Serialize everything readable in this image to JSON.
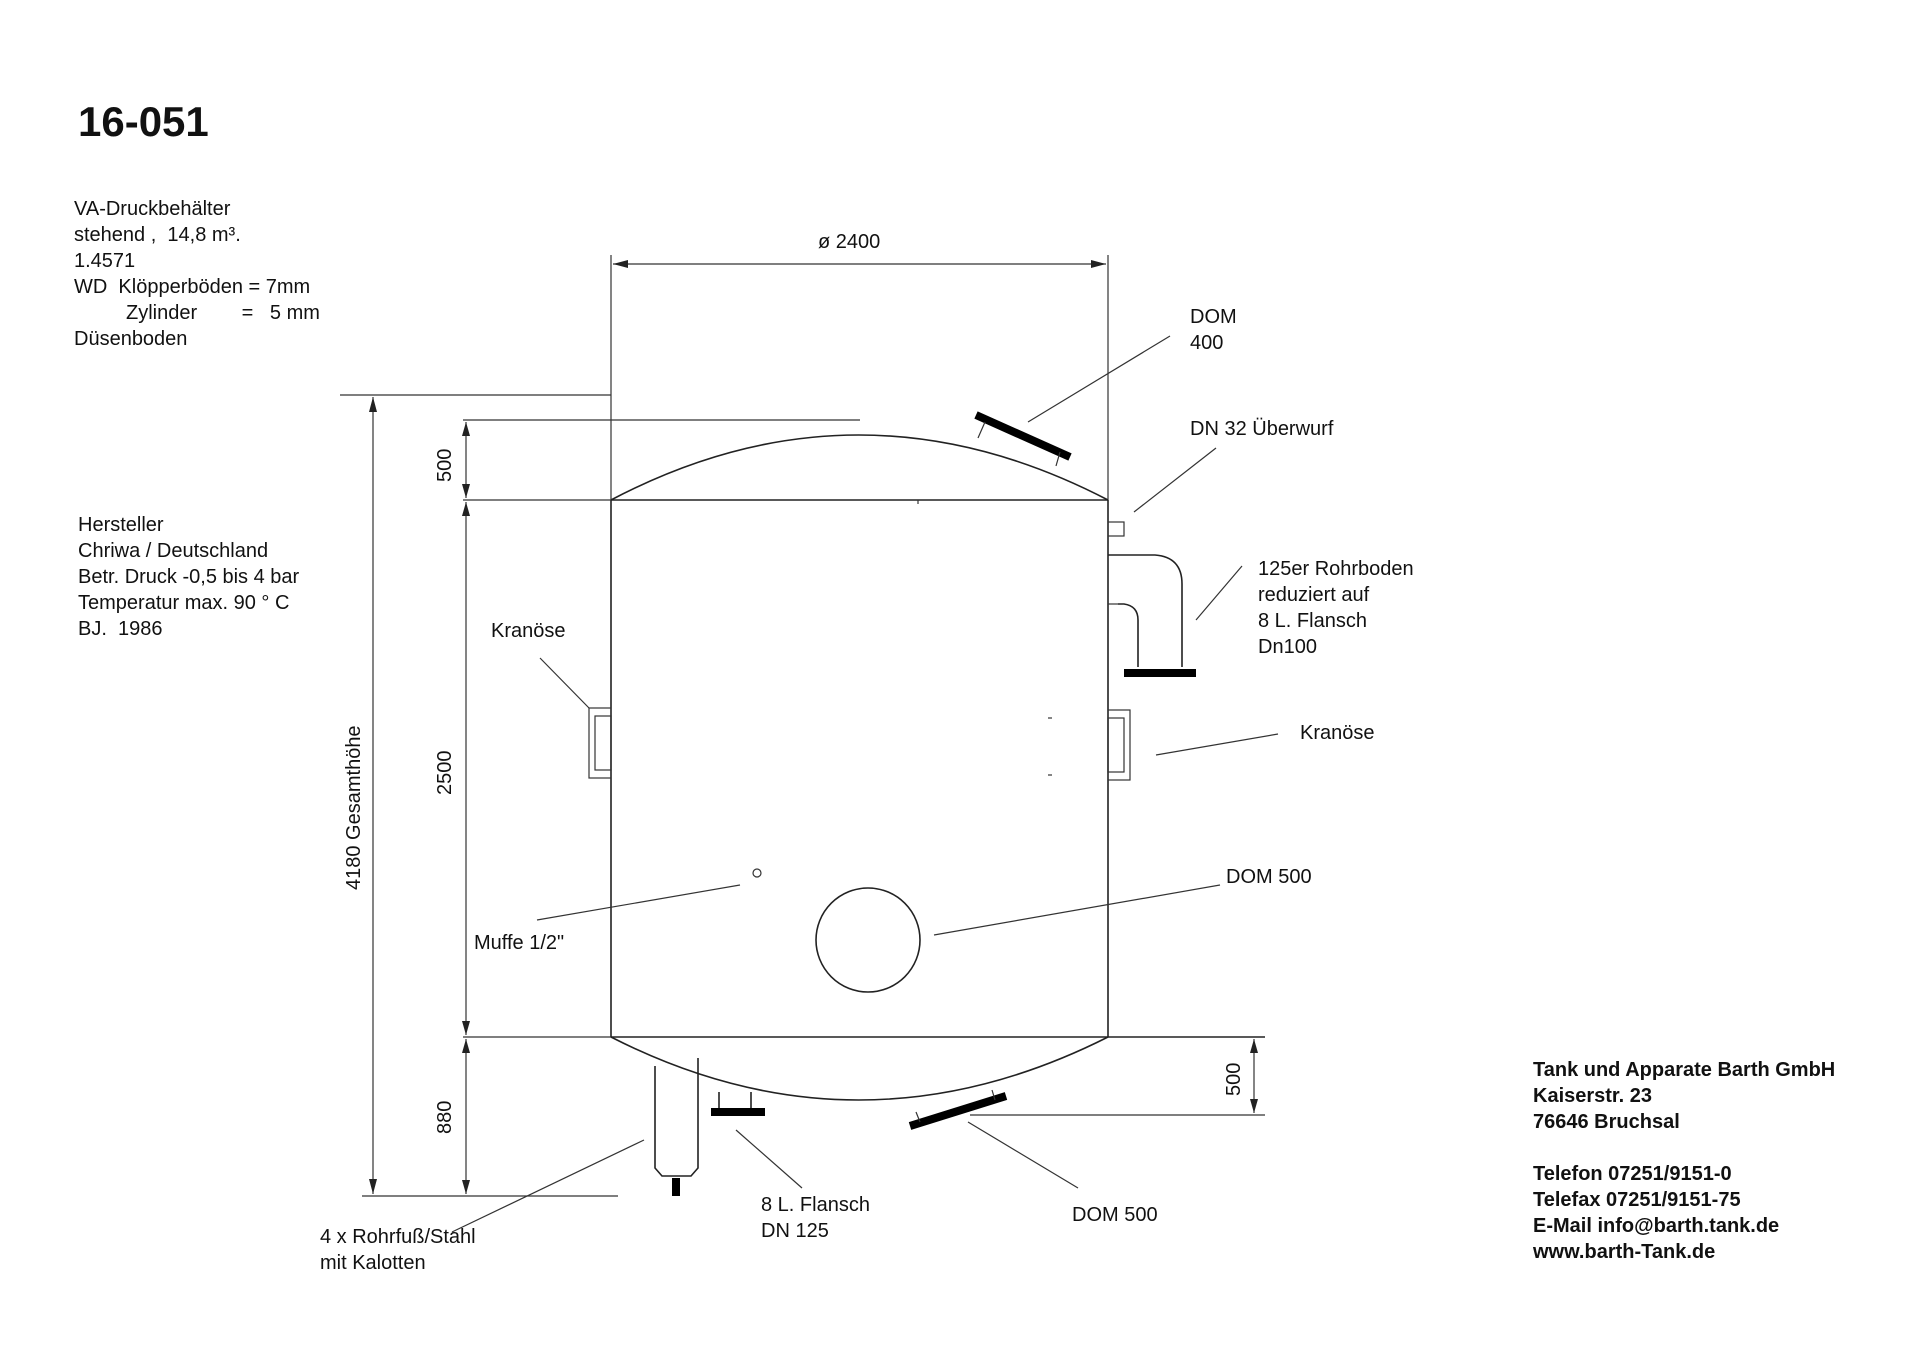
{
  "title": "16-051",
  "spec": {
    "line1": "VA-Druckbehälter",
    "line2": "stehend ,  14,8 m³.",
    "line3": "1.4571",
    "line4": "WD  Klöpperböden = 7mm",
    "line5": "Zylinder        =   5 mm",
    "line6": "Düsenboden"
  },
  "maker": {
    "line1": "Hersteller",
    "line2": "Chriwa / Deutschland",
    "line3": "Betr. Druck -0,5 bis 4 bar",
    "line4": "Temperatur max. 90 ° C",
    "line5": "BJ.  1986"
  },
  "labels": {
    "diameter": "ø   2400",
    "dom_top_1": "DOM",
    "dom_top_2": "400",
    "dn32": "DN 32 Überwurf",
    "rohr_1": "125er Rohrboden",
    "rohr_2": "reduziert auf",
    "rohr_3": "8 L. Flansch",
    "rohr_4": "Dn100",
    "kranoese_left": "Kranöse",
    "kranoese_right": "Kranöse",
    "dom500_side": "DOM 500",
    "muffe": "Muffe 1/2\"",
    "flansch_1": "8 L. Flansch",
    "flansch_2": "DN 125",
    "dom500_bottom": "DOM 500",
    "rohrfuss_1": "4 x Rohrfuß/Stahl",
    "rohrfuss_2": "mit Kalotten"
  },
  "dims": {
    "total": "4180 Gesamthöhe",
    "top_head": "500",
    "cylinder": "2500",
    "bottom": "880",
    "bottom_head": "500"
  },
  "company": {
    "name": "Tank und Apparate Barth GmbH",
    "street": "Kaiserstr. 23",
    "city": "76646 Bruchsal",
    "phone": "Telefon 07251/9151-0",
    "fax": "Telefax 07251/9151-75",
    "email": "E-Mail info@barth.tank.de",
    "web": "www.barth-Tank.de"
  }
}
